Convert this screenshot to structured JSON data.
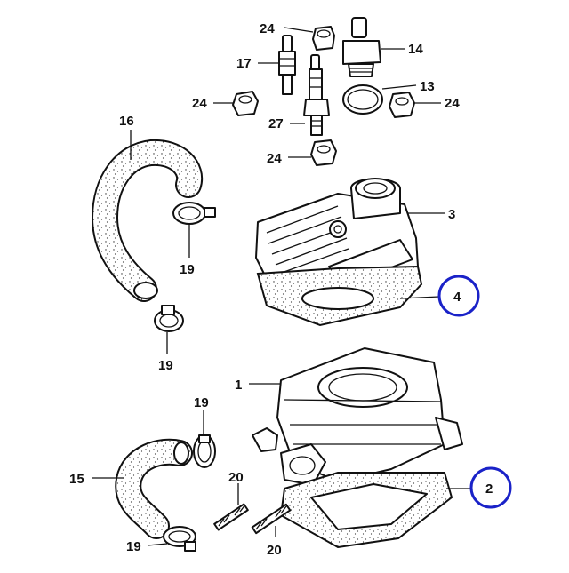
{
  "callouts": {
    "nut_top": "24",
    "fitting": "14",
    "spark_plug_small": "17",
    "gasket_ring": "13",
    "nut_left": "24",
    "nut_right": "24",
    "spark_plug": "27",
    "nut_bottom": "24",
    "hose_upper": "16",
    "clamp_upper": "19",
    "clamp_mid": "19",
    "cylinder_head": "3",
    "head_gasket": "4",
    "cylinder": "1",
    "clamp_lower": "19",
    "stud_left": "20",
    "base_gasket": "2",
    "hose_lower": "15",
    "clamp_bottom": "19",
    "stud_bottom": "20"
  },
  "colors": {
    "highlight_circle": "#1a22c8",
    "line": "#111111"
  },
  "icons": [
    "cylinder-head",
    "cylinder",
    "gasket",
    "hose",
    "hose-clamp",
    "spark-plug",
    "nut",
    "stud-bolt",
    "fitting"
  ],
  "highlighted_callouts": [
    "4",
    "2"
  ]
}
